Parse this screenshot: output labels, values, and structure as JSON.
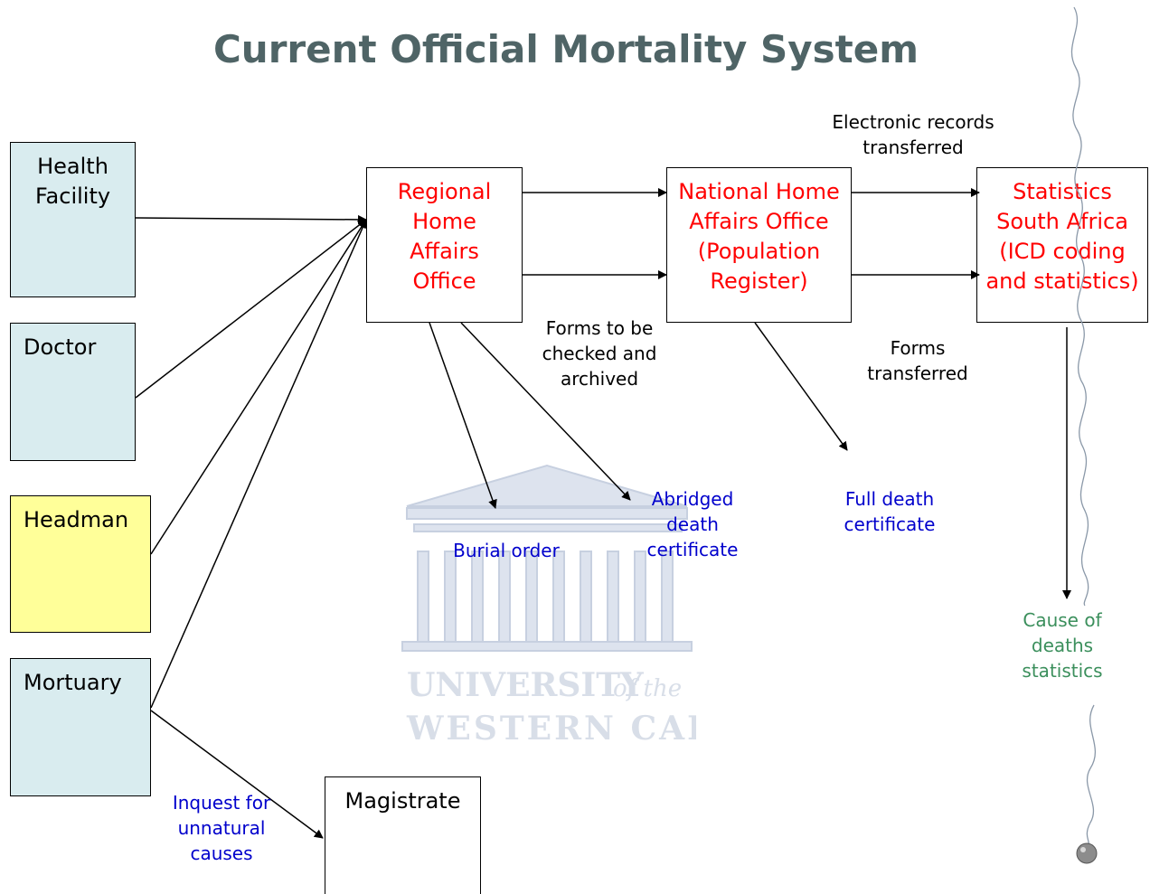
{
  "title": "Current Official Mortality System",
  "sources": {
    "health_facility": "Health Facility",
    "doctor": "Doctor",
    "headman": "Headman",
    "mortuary": "Mortuary"
  },
  "offices": {
    "regional": "Regional Home Affairs Office",
    "national": "National Home Affairs Office (Population Register)",
    "statssa": "Statistics South Africa (ICD coding and statistics)"
  },
  "magistrate": "Magistrate",
  "labels": {
    "electronic_records": "Electronic records transferred",
    "forms_checked": "Forms to be checked and archived",
    "forms_transferred": "Forms transferred",
    "burial_order": "Burial order",
    "abridged_certificate": "Abridged death certificate",
    "full_certificate": "Full death certificate",
    "cause_of_deaths": "Cause of deaths statistics",
    "inquest": "Inquest for unnatural causes"
  },
  "watermark": {
    "line1": "UNIVERSITY",
    "line1_suffix": "of the",
    "line2": "WESTERN CAPE"
  },
  "colors": {
    "title": "#4f6466",
    "office_text": "#ff0000",
    "output_text": "#0000cc",
    "stats_text": "#3b8f5c",
    "source_fill": "#d9ecef",
    "headman_fill": "#ffff99"
  }
}
